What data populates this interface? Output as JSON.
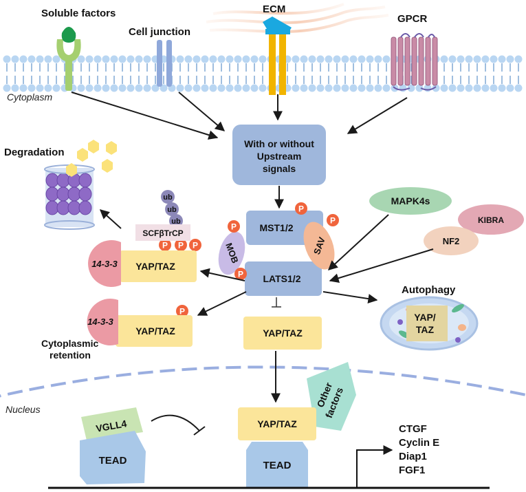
{
  "labels": {
    "soluble_factors": "Soluble factors",
    "cell_junction": "Cell junction",
    "ecm": "ECM",
    "gpcr": "GPCR",
    "cytoplasm": "Cytoplasm",
    "nucleus": "Nucleus",
    "degradation": "Degradation",
    "autophagy": "Autophagy",
    "cytoplasmic_retention_1": "Cytoplasmic",
    "cytoplasmic_retention_2": "retention"
  },
  "central": {
    "upstream_line1": "With or without",
    "upstream_line2": "Upstream",
    "upstream_line3": "signals",
    "mst": "MST1/2",
    "lats": "LATS1/2",
    "mob": "MOB",
    "sav": "SAV",
    "yap_taz": "YAP/TAZ"
  },
  "regulators": {
    "mapk4s": "MAPK4s",
    "kibra": "KIBRA",
    "nf2": "NF2"
  },
  "degradation_branch": {
    "ub1": "ub",
    "ub2": "ub",
    "ub3": "ub",
    "scf": "SCFβTrCP",
    "protein_1433": "14-3-3",
    "yap_taz": "YAP/TAZ"
  },
  "retention_branch": {
    "protein_1433": "14-3-3",
    "yap_taz": "YAP/TAZ"
  },
  "autophagy_branch": {
    "yap_line1": "YAP/",
    "yap_line2": "TAZ"
  },
  "phospho_label": "P",
  "nuclear": {
    "vgll4": "VGLL4",
    "tead_left": "TEAD",
    "other_line1": "Other",
    "other_line2": "factors",
    "yap_taz": "YAP/TAZ",
    "tead_center": "TEAD"
  },
  "target_genes": [
    "CTGF",
    "Cyclin E",
    "Diap1",
    "FGF1"
  ],
  "colors": {
    "membrane_head": "#b9d6f2",
    "box_blue": "#9fb7dc",
    "yap_yellow": "#fbe59a",
    "phospho": "#f0643c",
    "protein_1433": "#eb9aa4",
    "mob": "#c8bbe6",
    "sav": "#f4b895",
    "mapk4s": "#a8d6b2",
    "kibra": "#e3a8b4",
    "nf2": "#f2d2be",
    "vgll4": "#c9e4b3",
    "other_factors": "#a8e0d2",
    "tead": "#a9c8e8",
    "nucleus_dash": "#9aaee0"
  }
}
